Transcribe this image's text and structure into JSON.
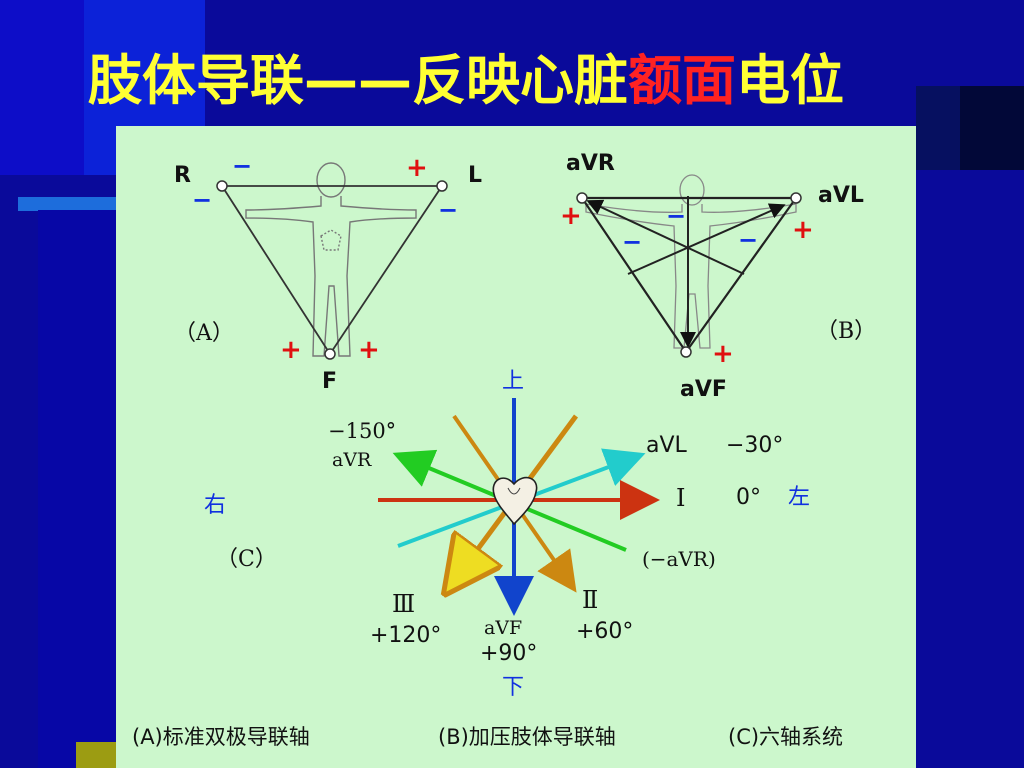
{
  "slide": {
    "title_part1": "肢体导联——反映心脏",
    "title_part2": "额面",
    "title_part3": "电位",
    "colors": {
      "background": "#0a0a9a",
      "title": "#ffff33",
      "title_highlight": "#ff2222",
      "panel": "#ccf7cc",
      "plus": "#e01010",
      "minus": "#1030e0"
    }
  },
  "diagram": {
    "panel_a": {
      "label": "（A）",
      "node_r": "R",
      "node_l": "L",
      "node_f": "F",
      "plus": "+",
      "minus": "−"
    },
    "panel_b": {
      "label": "（B）",
      "node_avr": "aVR",
      "node_avl": "aVL",
      "node_avf": "aVF"
    },
    "panel_c": {
      "label": "（C）",
      "dir_up": "上",
      "dir_down": "下",
      "dir_right": "右",
      "dir_left": "左",
      "axes": [
        {
          "name": "I",
          "label": "Ⅰ",
          "angle_label": "0°",
          "color": "#cc3311"
        },
        {
          "name": "II",
          "label": "Ⅱ",
          "angle_label": "+60°",
          "color": "#cc8811"
        },
        {
          "name": "III",
          "label": "Ⅲ",
          "angle_label": "+120°",
          "color": "#cc8811"
        },
        {
          "name": "aVR",
          "label": "aVR",
          "angle_label": "−150°",
          "color": "#22cc22"
        },
        {
          "name": "aVL",
          "label": "aVL",
          "angle_label": "−30°",
          "color": "#22cccc"
        },
        {
          "name": "aVF",
          "label": "aVF",
          "angle_label": "+90°",
          "color": "#1144cc"
        },
        {
          "name": "-aVR",
          "label": "(−aVR)"
        }
      ]
    },
    "caption_a": "(A)标准双极导联轴",
    "caption_b": "(B)加压肢体导联轴",
    "caption_c": "(C)六轴系统"
  }
}
